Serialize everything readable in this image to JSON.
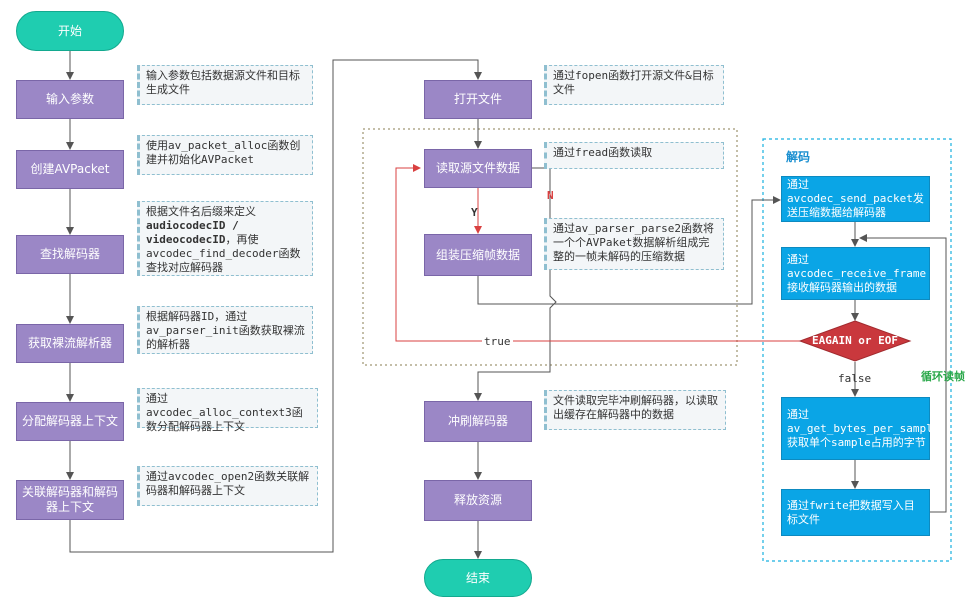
{
  "nodes": {
    "start": "开始",
    "input_params": "输入参数",
    "create_avpacket": "创建AVPacket",
    "find_decoder": "查找解码器",
    "get_parser": "获取裸流解析器",
    "alloc_context": "分配解码器上下文",
    "open_decoder": "关联解码器和解码器上下文",
    "open_file": "打开文件",
    "read_data": "读取源文件数据",
    "parse_frame": "组装压缩帧数据",
    "flush_decoder": "冲刷解码器",
    "release": "释放资源",
    "end": "结束",
    "send_packet": "通过avcodec_send_packet发送压缩数据给解码器",
    "receive_frame": "通过avcodec_receive_frame接收解码器输出的数据",
    "eagain": "EAGAIN or EOF",
    "get_bytes": "通过av_get_bytes_per_sample获取单个sample占用的字节",
    "fwrite": "通过fwrite把数据写入目标文件"
  },
  "notes": {
    "input_params": "输入参数包括数据源文件和目标生成文件",
    "create_avpacket": "使用av_packet_alloc函数创建并初始化AVPacket",
    "find_decoder_1": "根据文件名后缀来定义",
    "find_decoder_bold1": "audiocodecID /",
    "find_decoder_bold2": "videocodecID",
    "find_decoder_2": "，再使avcodec_find_decoder函数查找对应解码器",
    "get_parser": "根据解码器ID，通过av_parser_init函数获取裸流的解析器",
    "alloc_context": "通过avcodec_alloc_context3函数分配解码器上下文",
    "open_decoder": "通过avcodec_open2函数关联解码器和解码器上下文",
    "open_file": "通过fopen函数打开源文件&目标文件",
    "read_data": "通过fread函数读取",
    "parse_frame": "通过av_parser_parse2函数将一个个AVPaket数据解析组成完整的一帧未解码的压缩数据",
    "flush_decoder": "文件读取完毕冲刷解码器，以读取出缓存在解码器中的数据"
  },
  "labels": {
    "decode_group": "解码",
    "loop_read": "循环读帧",
    "yes": "Y",
    "no": "N",
    "true": "true",
    "false": "false"
  }
}
